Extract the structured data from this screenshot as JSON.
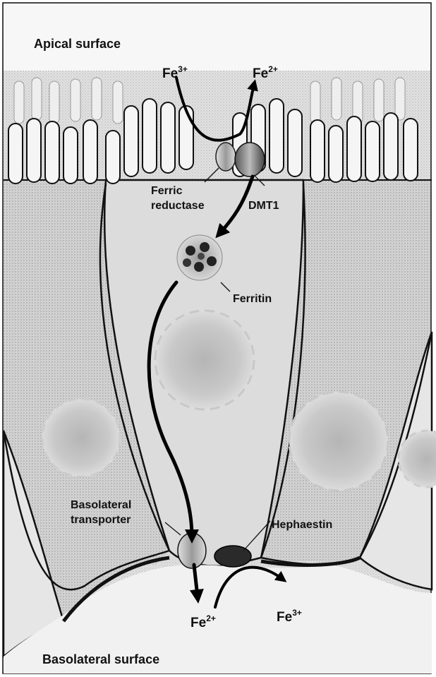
{
  "surfaces": {
    "apical": "Apical surface",
    "basolateral": "Basolateral surface"
  },
  "ions": {
    "top_fe3": {
      "base": "Fe",
      "charge": "3+"
    },
    "top_fe2": {
      "base": "Fe",
      "charge": "2+"
    },
    "bottom_fe2": {
      "base": "Fe",
      "charge": "2+"
    },
    "bottom_fe3": {
      "base": "Fe",
      "charge": "3+"
    }
  },
  "labels": {
    "ferric_reductase": [
      "Ferric",
      "reductase"
    ],
    "dmt1": "DMT1",
    "ferritin": "Ferritin",
    "basolateral_transporter": [
      "Basolateral",
      "transporter"
    ],
    "hephaestin": "Hephaestin"
  },
  "colors": {
    "cell_fill": "#d9d9d9",
    "background_fill": "#ececec",
    "nucleus": "#bdbdbd",
    "outline": "#111111",
    "arrow": "#000000"
  }
}
